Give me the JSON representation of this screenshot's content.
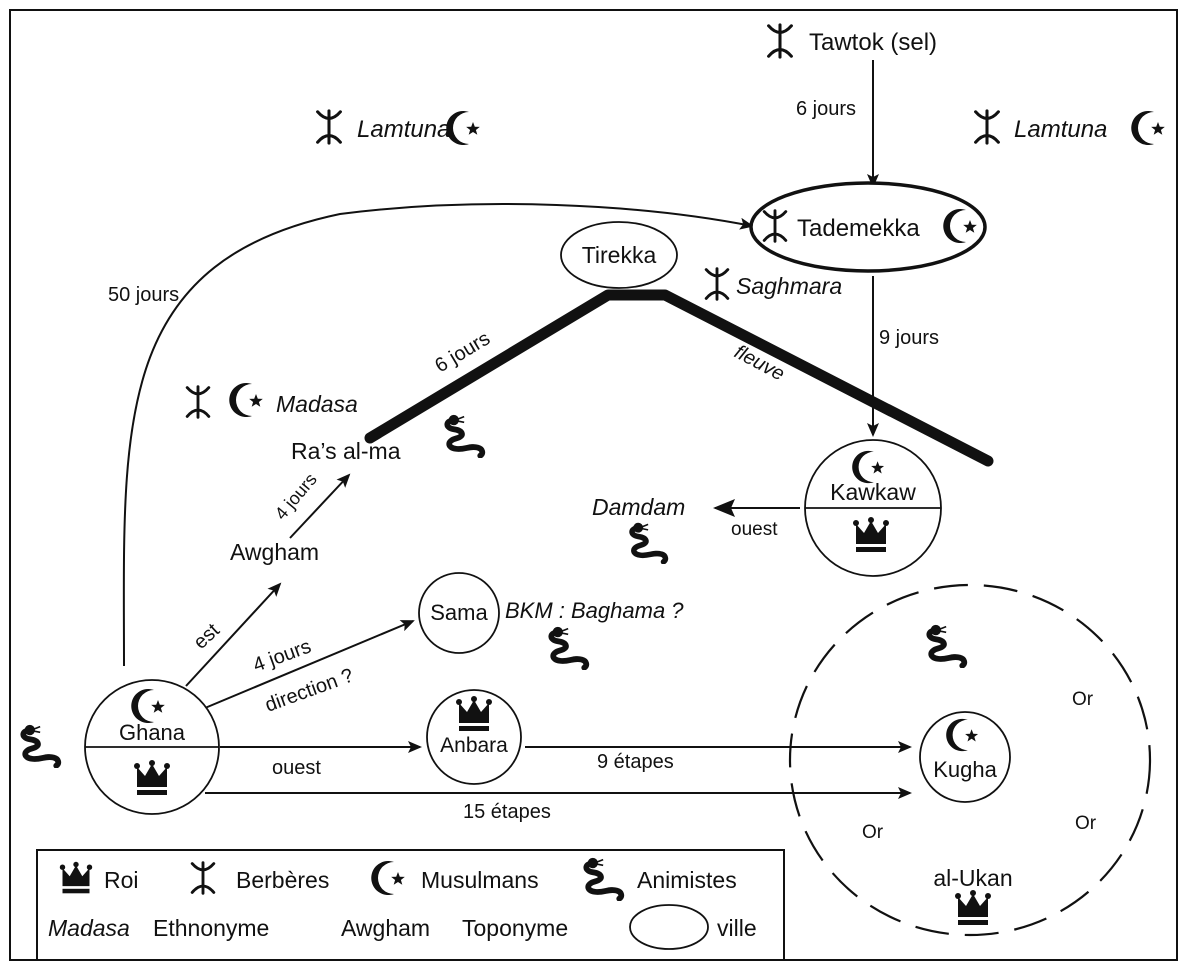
{
  "map": {
    "places": {
      "tawtok": "Tawtok (sel)",
      "tademekka": "Tademekka",
      "tirekka": "Tirekka",
      "ras_al_ma": "Ra’s al-ma",
      "kawkaw": "Kawkaw",
      "awgham": "Awgham",
      "sama": "Sama",
      "ghana": "Ghana",
      "anbara": "Anbara",
      "kugha": "Kugha",
      "al_ukan": "al-Ukan",
      "damdam": "Damdam"
    },
    "peoples": {
      "lamtuna_left": "Lamtuna",
      "lamtuna_right": "Lamtuna",
      "saghmara": "Saghmara",
      "madasa": "Madasa",
      "bkm": "BKM : Baghama ?"
    },
    "routes": {
      "six_jours_top": "6 jours",
      "fifty_jours": "50 jours",
      "six_jours_river": "6 jours",
      "fleuve": "fleuve",
      "nine_jours": "9 jours",
      "four_jours_awgham": "4 jours",
      "est": "est",
      "four_jours_sama": "4 jours",
      "direction": "direction ?",
      "ouest_damdam": "ouest",
      "ouest_anbara": "ouest",
      "nine_etapes": "9 étapes",
      "fifteen_etapes": "15 étapes"
    },
    "gold": [
      "Or",
      "Or",
      "Or"
    ]
  },
  "legend": {
    "roi": "Roi",
    "berberes": "Berbères",
    "musulmans": "Musulmans",
    "animistes": "Animistes",
    "ethnonyme_example": "Madasa",
    "ethnonyme": "Ethnonyme",
    "toponyme_example": "Awgham",
    "toponyme": "Toponyme",
    "ville": "ville"
  },
  "icons": {
    "king": "crown-icon",
    "berber": "tifinagh-yaz-icon",
    "muslim": "crescent-star-icon",
    "animist": "serpent-icon"
  },
  "colors": {
    "ink": "#111111",
    "background": "#ffffff"
  }
}
